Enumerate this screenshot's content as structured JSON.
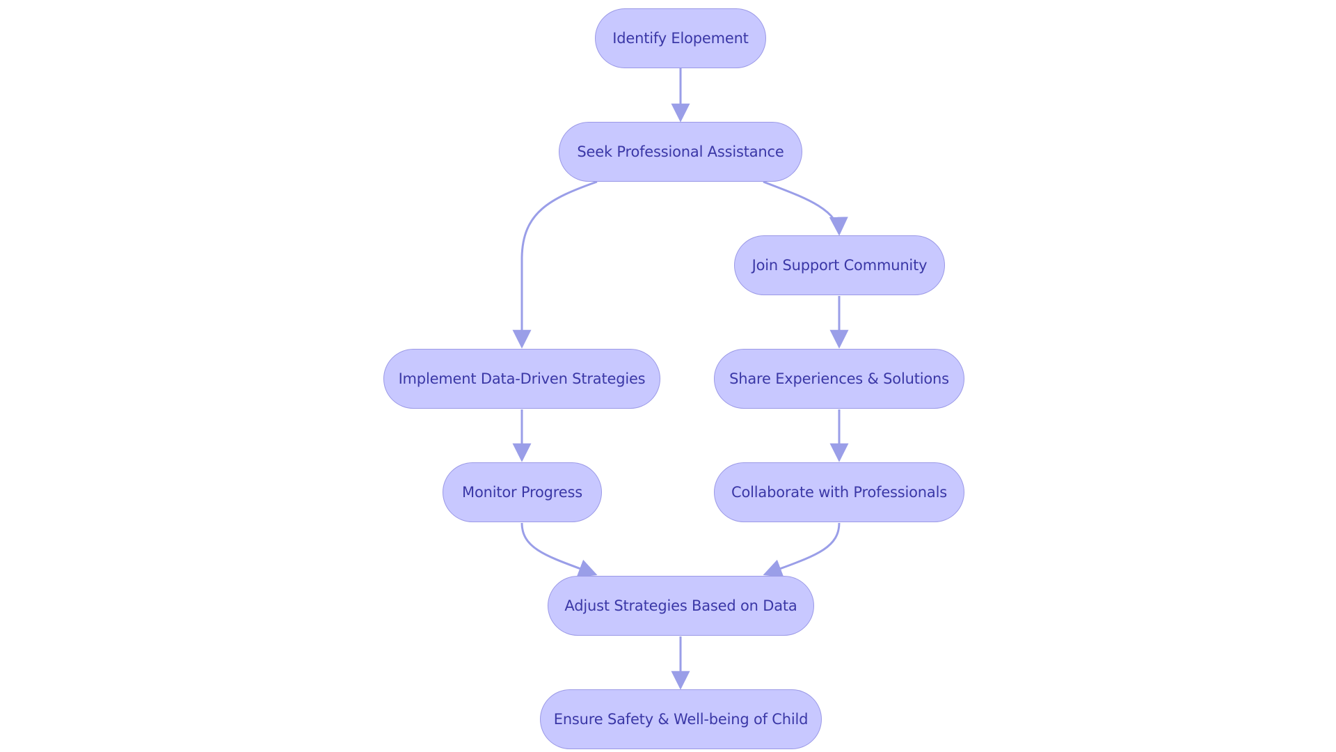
{
  "colors": {
    "node_fill": "#c8c8ff",
    "node_border": "#9a98e6",
    "node_text": "#3a37a6",
    "edge": "#9a9ee8"
  },
  "nodes": {
    "identify": "Identify Elopement",
    "seek": "Seek Professional Assistance",
    "join": "Join Support Community",
    "implement": "Implement Data-Driven Strategies",
    "share": "Share Experiences & Solutions",
    "monitor": "Monitor Progress",
    "collaborate": "Collaborate with Professionals",
    "adjust": "Adjust Strategies Based on Data",
    "ensure": "Ensure Safety & Well-being of Child"
  },
  "edges": [
    {
      "from": "identify",
      "to": "seek"
    },
    {
      "from": "seek",
      "to": "implement"
    },
    {
      "from": "seek",
      "to": "join"
    },
    {
      "from": "join",
      "to": "share"
    },
    {
      "from": "implement",
      "to": "monitor"
    },
    {
      "from": "share",
      "to": "collaborate"
    },
    {
      "from": "monitor",
      "to": "adjust"
    },
    {
      "from": "collaborate",
      "to": "adjust"
    },
    {
      "from": "adjust",
      "to": "ensure"
    }
  ]
}
